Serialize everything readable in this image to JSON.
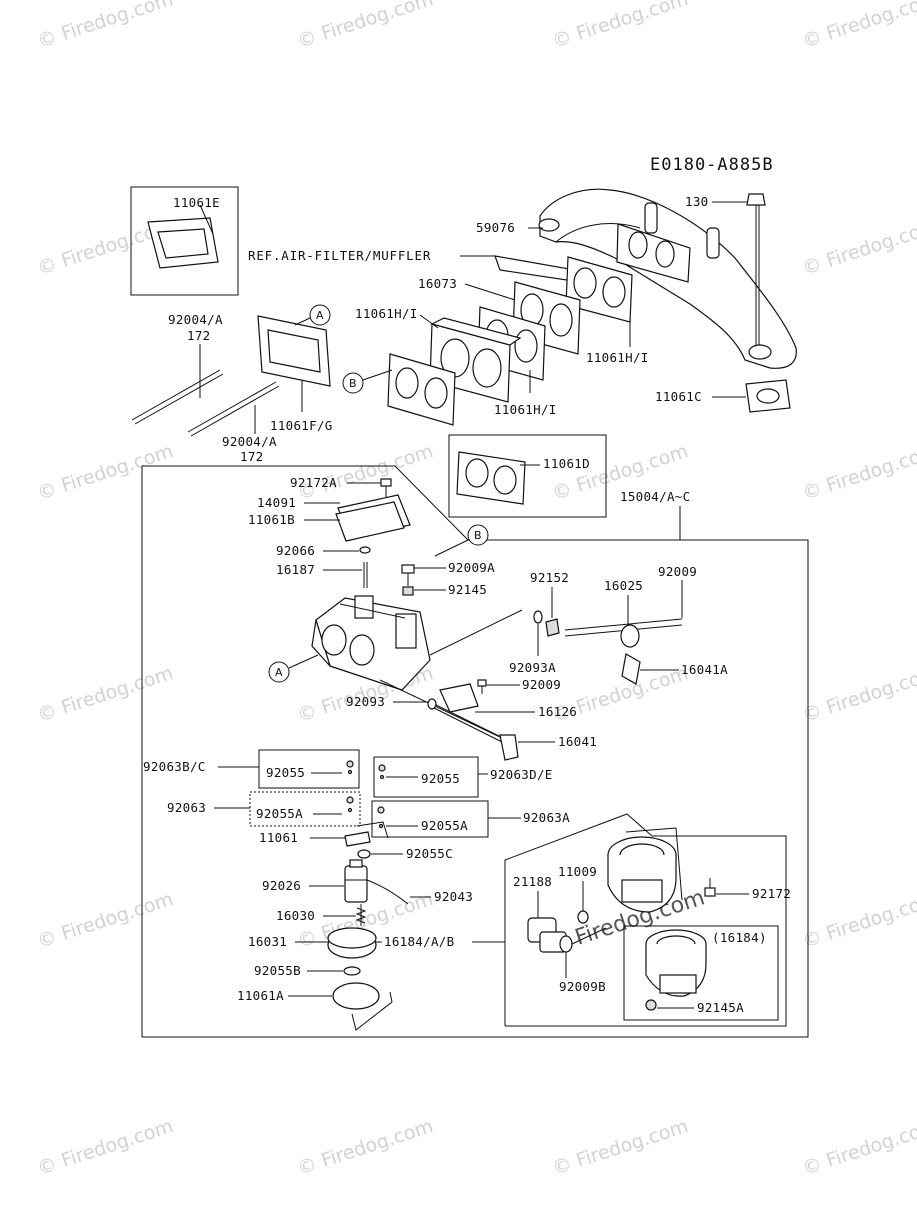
{
  "diagram": {
    "code": "E0180-A885B",
    "ref_label": "REF.AIR-FILTER/MUFFLER",
    "circle_a": "A",
    "circle_b": "B",
    "labels": {
      "l11061E": "11061E",
      "l59076": "59076",
      "l130": "130",
      "l92004A_top": "92004/A",
      "l172_top": "172",
      "l16073": "16073",
      "l11061HI_a": "11061H/I",
      "l11061HI_b": "11061H/I",
      "l11061HI_c": "11061H/I",
      "l11061C": "11061C",
      "l11061FG": "11061F/G",
      "l92004A_bot": "92004/A",
      "l172_bot": "172",
      "l11061D": "11061D",
      "l92172A": "92172A",
      "l14091": "14091",
      "l11061B": "11061B",
      "l15004": "15004/A~C",
      "l92066": "92066",
      "l16187": "16187",
      "l92009A": "92009A",
      "l92145": "92145",
      "l92152": "92152",
      "l16025": "16025",
      "l92009_r": "92009",
      "l92093A": "92093A",
      "l16041A": "16041A",
      "l92009_m": "92009",
      "l92093": "92093",
      "l16126": "16126",
      "l16041": "16041",
      "l92063BC": "92063B/C",
      "l92055_a": "92055",
      "l92055_b": "92055",
      "l92063DE": "92063D/E",
      "l92063": "92063",
      "l92055A_a": "92055A",
      "l92055A_b": "92055A",
      "l92063A": "92063A",
      "l11061": "11061",
      "l92055C": "92055C",
      "l92026": "92026",
      "l92043": "92043",
      "l16030": "16030",
      "l16031": "16031",
      "l16184": "16184/A/B",
      "l92055B": "92055B",
      "l11061A": "11061A",
      "l21188": "21188",
      "l11009": "11009",
      "l92172": "92172",
      "l92009B": "92009B",
      "l16184p": "(16184)",
      "l92145A": "92145A"
    },
    "watermark": "© Firedog.com",
    "watermark_center": "Firedog.com"
  }
}
